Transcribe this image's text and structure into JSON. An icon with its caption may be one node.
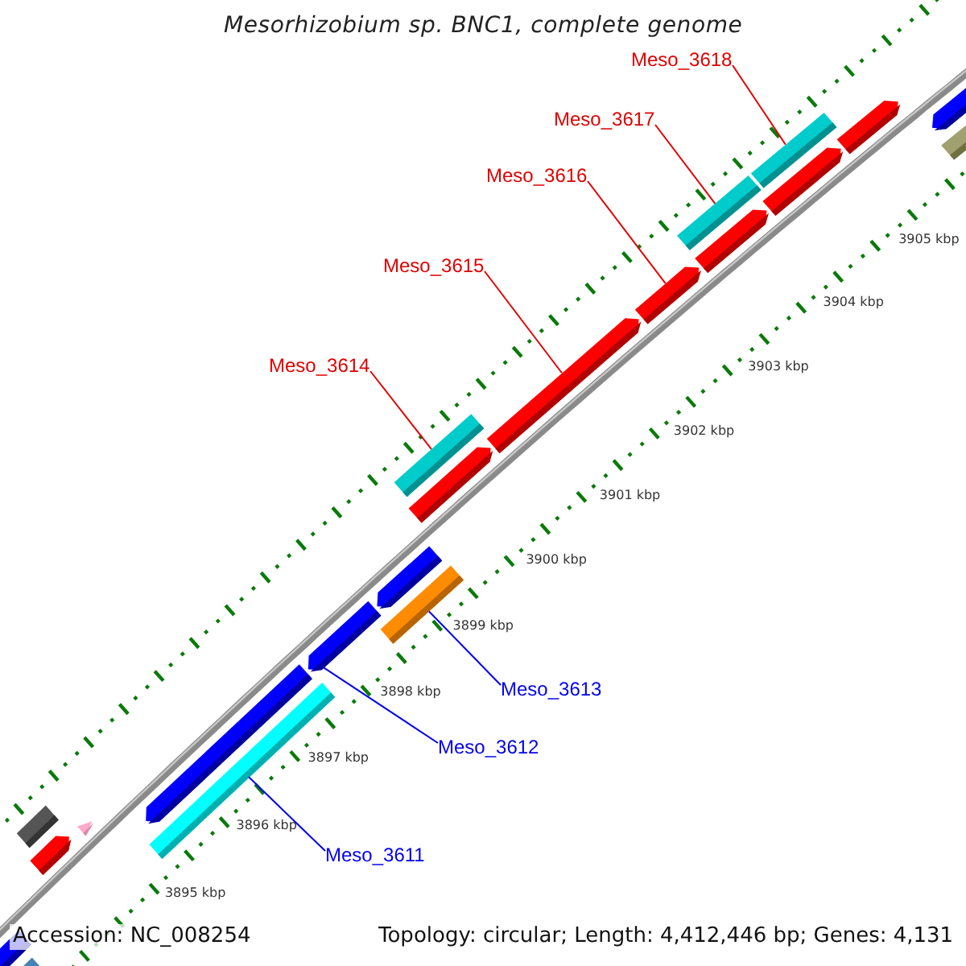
{
  "diagram": {
    "title": "Mesorhizobium sp. BNC1, complete genome",
    "nodes": [
      {
        "text": [
          "Meso_3618"
        ]
      },
      {
        "text": [
          "Meso_3617"
        ]
      },
      {
        "text": [
          "Meso_3616"
        ]
      },
      {
        "text": [
          "Meso_3615"
        ]
      },
      {
        "text": [
          "Meso_3614"
        ]
      },
      {
        "text": [
          "Meso_3613"
        ]
      },
      {
        "text": [
          "Meso_3612"
        ]
      },
      {
        "text": [
          "Meso_3611"
        ]
      },
      {
        "text": [],
        "shape": "pentagon"
      },
      {
        "text": [],
        "shape": "bar"
      },
      {
        "text": [],
        "shape": "pentagon"
      },
      {
        "text": [],
        "shape": "bar"
      },
      {
        "text": [],
        "shape": "pentagon"
      },
      {
        "text": [],
        "shape": "bar"
      },
      {
        "text": [],
        "shape": "pentagon"
      },
      {
        "text": [],
        "shape": "pentagon"
      },
      {
        "text": [],
        "shape": "bar"
      },
      {
        "text": [],
        "shape": "pentagon"
      },
      {
        "text": [],
        "shape": "pentagon"
      },
      {
        "text": [],
        "shape": "bar"
      },
      {
        "text": [],
        "shape": "pentagon"
      },
      {
        "text": [],
        "shape": "pentagon"
      },
      {
        "text": [],
        "shape": "pentagon"
      },
      {
        "text": [],
        "shape": "bar"
      },
      {
        "text": [],
        "shape": "pentagon"
      },
      {
        "text": [],
        "shape": "bar"
      },
      {
        "text": [],
        "shape": "pentagon"
      },
      {
        "text": [],
        "shape": "pentagon"
      },
      {
        "text": [],
        "shape": "bar"
      }
    ],
    "edges": [
      {
        "from": 0,
        "to": 25,
        "arrow": "none"
      },
      {
        "from": 1,
        "to": 23,
        "arrow": "none"
      },
      {
        "from": 2,
        "to": 21,
        "arrow": "none"
      },
      {
        "from": 3,
        "to": 20,
        "arrow": "none"
      },
      {
        "from": 4,
        "to": 19,
        "arrow": "none"
      },
      {
        "from": 5,
        "to": 16,
        "arrow": "none",
        "color": "#0000ee"
      },
      {
        "from": 6,
        "to": 15,
        "arrow": "none",
        "color": "#0000ee"
      },
      {
        "from": 7,
        "to": 13,
        "arrow": "none",
        "color": "#0000ee"
      }
    ],
    "labels": [
      "3905 kbp",
      "3904 kbp",
      "3903 kbp",
      "3902 kbp",
      "3901 kbp",
      "3900 kbp",
      "3899 kbp",
      "3898 kbp",
      "3897 kbp",
      "3896 kbp",
      "3895 kbp",
      "Accession: NC_008254",
      "Topology: circular; Length: 4,412,446 bp; Genes: 4,131"
    ]
  }
}
